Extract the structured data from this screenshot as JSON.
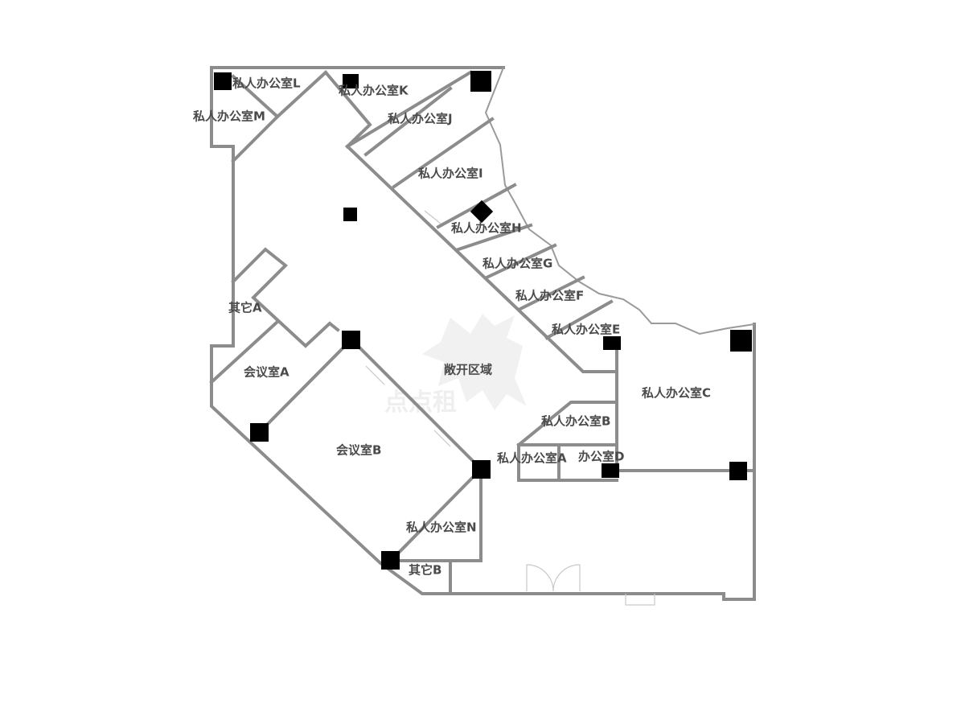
{
  "rooms": {
    "office_l": "私人办公室L",
    "office_k": "私人办公室K",
    "office_m": "私人办公室M",
    "office_j": "私人办公室J",
    "office_i": "私人办公室I",
    "office_h": "私人办公室H",
    "office_g": "私人办公室G",
    "office_f": "私人办公室F",
    "office_e": "私人办公室E",
    "office_c": "私人办公室C",
    "office_b": "私人办公室B",
    "office_a": "私人办公室A",
    "office_d": "办公室D",
    "office_n": "私人办公室N",
    "other_a": "其它A",
    "other_b": "其它B",
    "meeting_a": "会议室A",
    "meeting_b": "会议室B",
    "open_area": "敞开区域"
  },
  "watermark": {
    "logo": "dragon-logo-icon",
    "text": "点点租"
  },
  "colors": {
    "wall": "#8c8c8c",
    "column": "#000000",
    "label": "#4a4a4a",
    "watermark": "#efefef"
  }
}
